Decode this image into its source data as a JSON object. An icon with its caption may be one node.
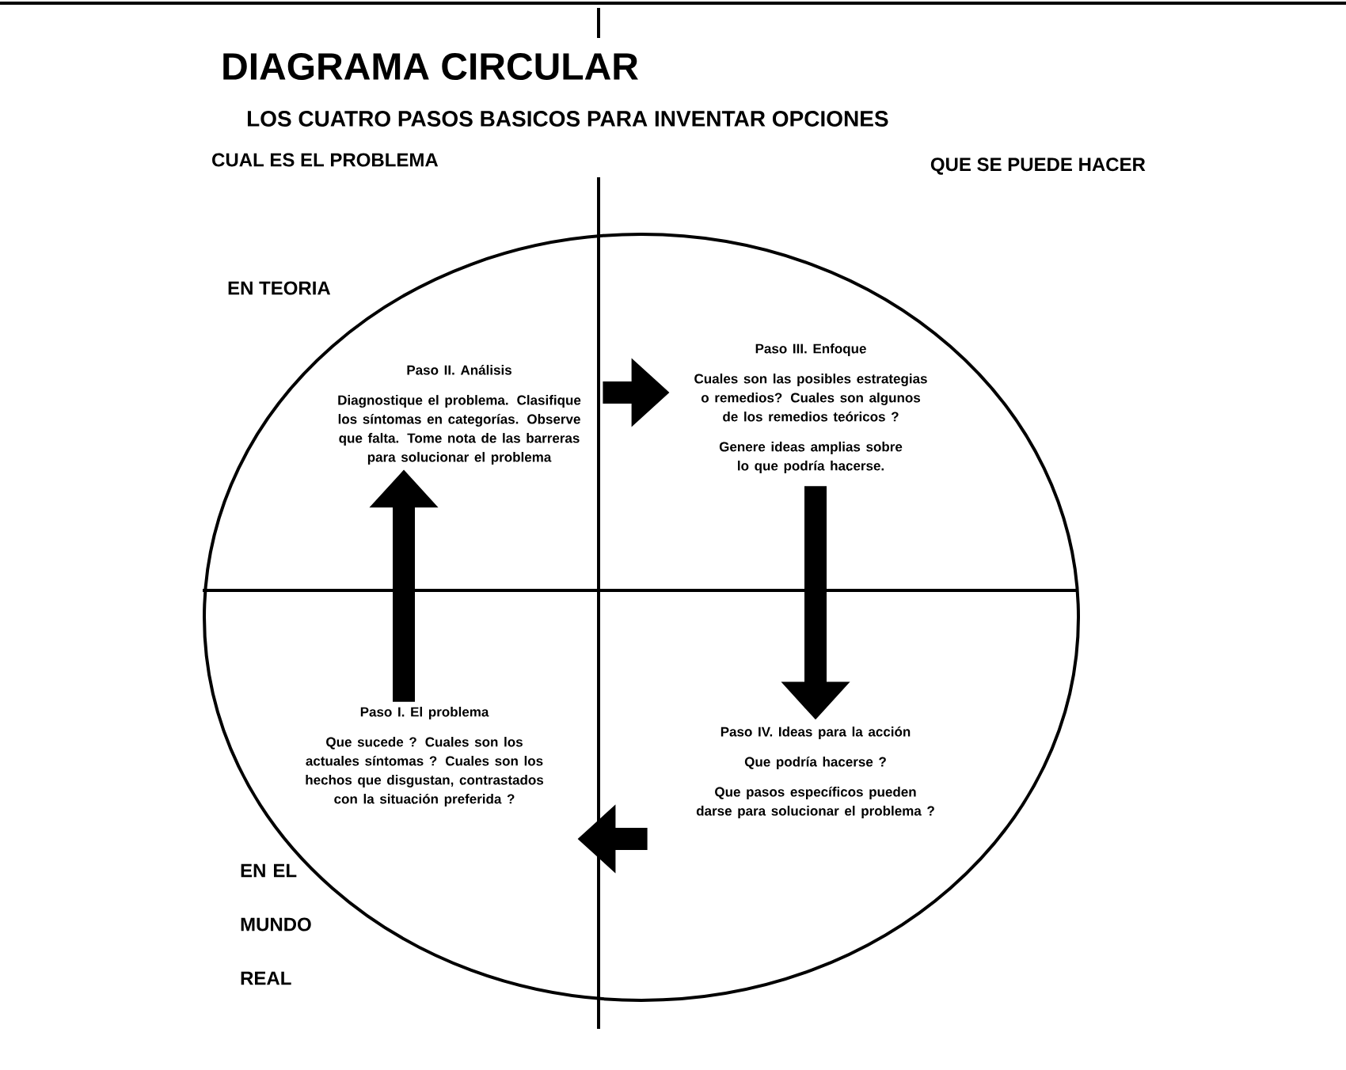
{
  "diagram": {
    "title": "DIAGRAMA CIRCULAR",
    "nodes": [
      {
        "text": [
          "Paso I. El problema",
          "Que sucede ? Cuales son los actuales síntomas ? Cuales son los hechos que disgustan, contrastados con la situación preferida ?"
        ]
      },
      {
        "text": [
          "Paso II. Análisis",
          "Diagnostique el problema. Clasifique los síntomas en categorías. Observe que falta. Tome nota de las barreras para solucionar el problema"
        ]
      },
      {
        "text": [
          "Paso III. Enfoque",
          "Cuales son las posibles estrategias o remedios? Cuales son algunos de los remedios teóricos ?",
          "Genere ideas amplias sobre lo que podría hacerse."
        ]
      },
      {
        "text": [
          "Paso IV. Ideas para la acción",
          "Que podría hacerse ?",
          "Que pasos específicos pueden darse para solucionar el problema ?"
        ]
      }
    ],
    "edges": [
      {
        "from": 0,
        "to": 1,
        "arrow": "to"
      },
      {
        "from": 1,
        "to": 2,
        "arrow": "to"
      },
      {
        "from": 2,
        "to": 3,
        "arrow": "to"
      },
      {
        "from": 3,
        "to": 0,
        "arrow": "to"
      }
    ],
    "labels": [
      "LOS CUATRO PASOS BASICOS PARA INVENTAR OPCIONES",
      "CUAL ES EL PROBLEMA",
      "QUE SE PUEDE HACER",
      "EN TEORIA",
      "EN EL MUNDO REAL"
    ]
  }
}
